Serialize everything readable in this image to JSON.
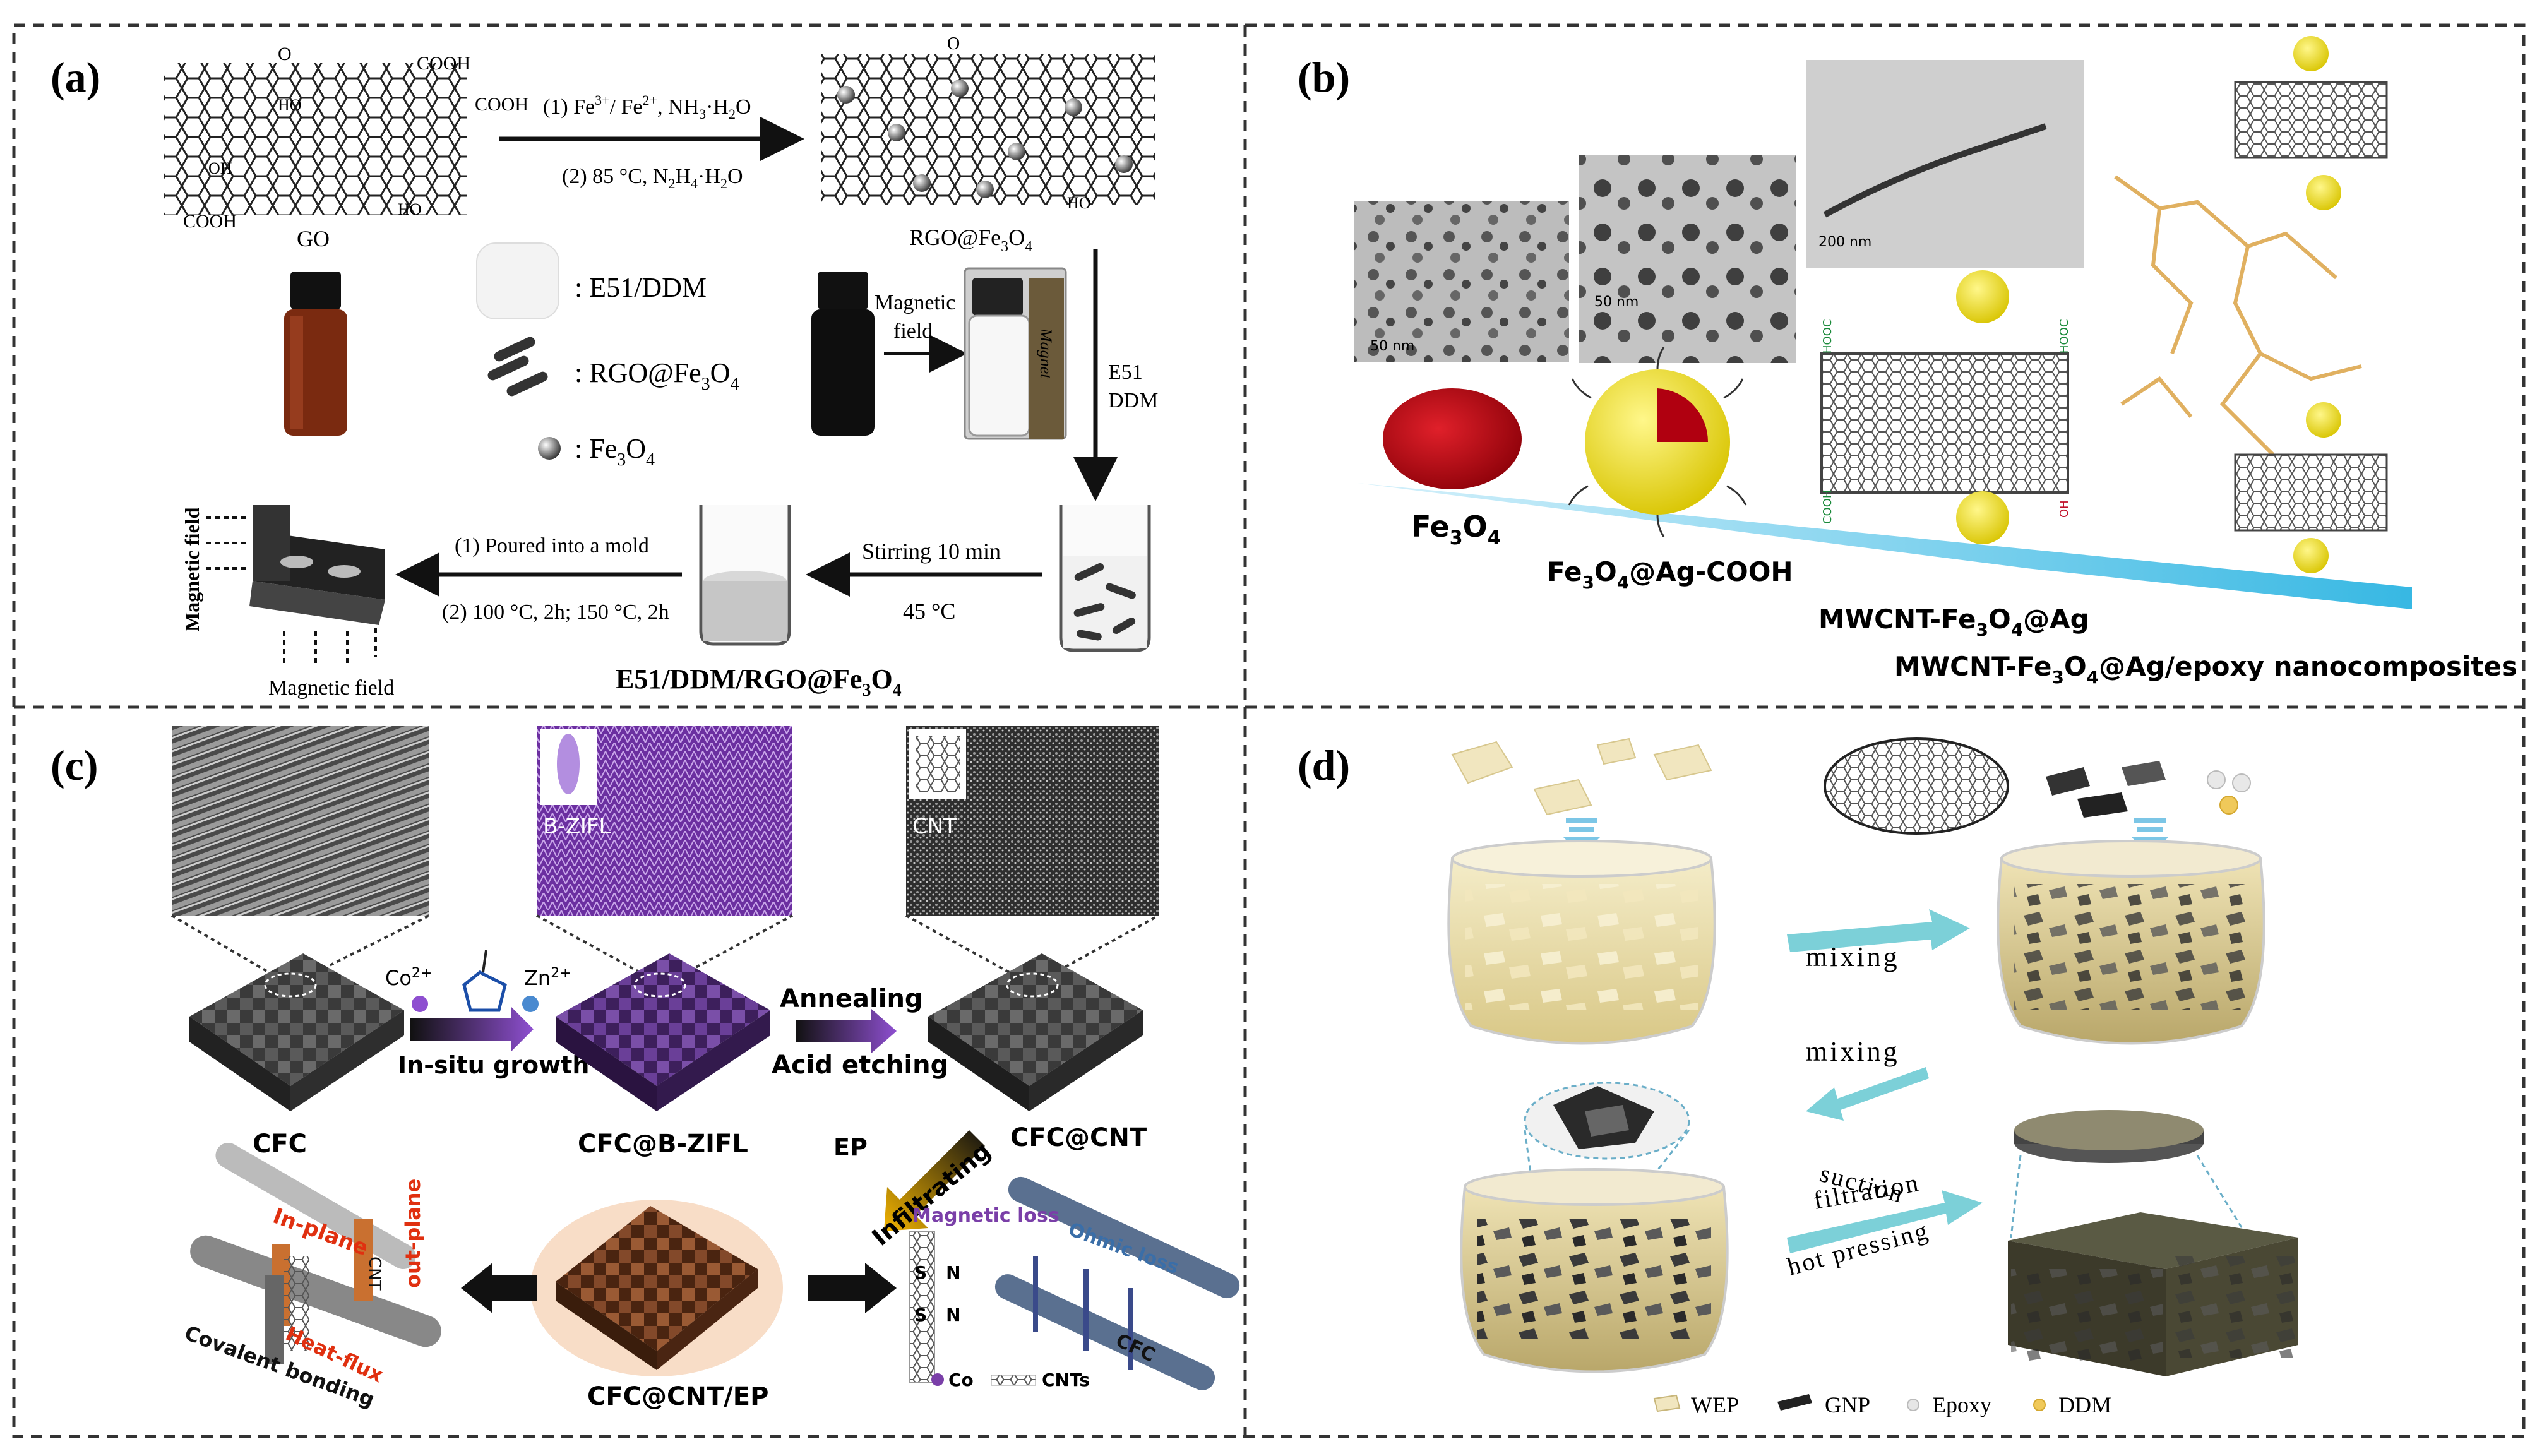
{
  "panels": {
    "a": {
      "tag": "(a)",
      "go_label": "GO",
      "rgo_label": "RGO@Fe",
      "rgo_sub": "3",
      "rgo_label2": "O",
      "rgo_sub2": "4",
      "step1_line1": "(1) Fe",
      "step1_sup1": "3+",
      "step1_mid": "/ Fe",
      "step1_sup2": "2+",
      "step1_end": ", NH",
      "step1_sub": "3",
      "step1_tail": "·H",
      "step1_sub2": "2",
      "step1_tail2": "O",
      "step2_line": "(2) 85 °C, N",
      "step2_sub": "2",
      "step2_mid": "H",
      "step2_sub2": "4",
      "step2_tail": "·H",
      "step2_sub3": "2",
      "step2_tail2": "O",
      "legend_e51": ": E51/DDM",
      "legend_rgo": ": RGO@Fe",
      "legend_rgo_sub1": "3",
      "legend_rgo_o": "O",
      "legend_rgo_sub2": "4",
      "legend_fe": ": Fe",
      "legend_fe_sub1": "3",
      "legend_fe_o": "O",
      "legend_fe_sub2": "4",
      "magnetic_field_label_1": "Magnetic",
      "magnetic_field_label_2": "field",
      "magnet_label": "Magnet",
      "e51_label": "E51",
      "ddm_label": "DDM",
      "stirring_label": "Stirring 10 min",
      "temp_label": "45 °C",
      "mold_step1": "(1) Poured into a mold",
      "mold_step2": "(2) 100 °C, 2h; 150 °C, 2h",
      "mixture_label": "E51/DDM/RGO@Fe",
      "mixture_sub1": "3",
      "mixture_o": "O",
      "mixture_sub2": "4",
      "magnetic_field_vertical": "Magnetic field",
      "magnetic_field_bottom": "Magnetic field",
      "cooh1": "COOH",
      "cooh2": "COOH",
      "cooh3": "COOH",
      "oh": "OH",
      "ho": "HO",
      "o": "O"
    },
    "b": {
      "tag": "(b)",
      "fe3o4": "Fe",
      "fe3o4_sub1": "3",
      "fe3o4_o": "O",
      "fe3o4_sub2": "4",
      "fe3o4_ag": "Fe",
      "fe3o4_ag_sub1": "3",
      "fe3o4_ag_o": "O",
      "fe3o4_ag_sub2": "4",
      "fe3o4_ag_tail": "@Ag-COOH",
      "mwcnt": "MWCNT-Fe",
      "mwcnt_sub1": "3",
      "mwcnt_o": "O",
      "mwcnt_sub2": "4",
      "mwcnt_tail": "@Ag",
      "composite": "MWCNT-Fe",
      "composite_sub1": "3",
      "composite_o": "O",
      "composite_sub2": "4",
      "composite_tail": "@Ag/epoxy nanocomposites",
      "scale1": "50 nm",
      "scale2": "50 nm",
      "scale3": "200 nm",
      "hooc": "HOOC",
      "cooh": "COOH",
      "oh": "OH"
    },
    "c": {
      "tag": "(c)",
      "b_zifl_inset": "B-ZIFL",
      "cnt_inset": "CNT",
      "co2": "Co",
      "co2_sup": "2+",
      "zn2": "Zn",
      "zn2_sup": "2+",
      "insitu": "In-situ growth",
      "annealing": "Annealing",
      "acid": "Acid etching",
      "cfc": "CFC",
      "cfc_bzifl": "CFC@B-ZIFL",
      "cfc_cnt": "CFC@CNT",
      "ep": "EP",
      "infiltrating": "Infiltrating",
      "cfc_cnt_ep": "CFC@CNT/EP",
      "in_plane": "In-plane",
      "out_plane": "out-plane",
      "cnt_label": "CNT",
      "heat_flux": "Heat-flux",
      "covalent": "Covalent bonding",
      "cfc_small": "CFC",
      "magnetic_loss": "Magnetic loss",
      "ohmic_loss": "Ohmic loss",
      "cfc_right": "CFC",
      "co_legend": "Co",
      "cnts_legend": "CNTs",
      "sn1": "S",
      "sn2": "N"
    },
    "d": {
      "tag": "(d)",
      "mixing1": "mixing",
      "mixing2": "mixing",
      "suction1": "suction",
      "suction2": "filtration",
      "hot_pressing": "hot pressing",
      "legend": [
        "WEP",
        "GNP",
        "Epoxy",
        "DDM"
      ]
    }
  },
  "colors": {
    "border": "#333333",
    "purple": "#7a3fa8",
    "cyan_arrow": "#6cc7d8",
    "ribbon": "#56c6e8",
    "resin": "#e9dfb0",
    "fe_red": "#b00010",
    "ag_yellow": "#f3e63a",
    "cfc_brown": "#8a4a2a"
  }
}
